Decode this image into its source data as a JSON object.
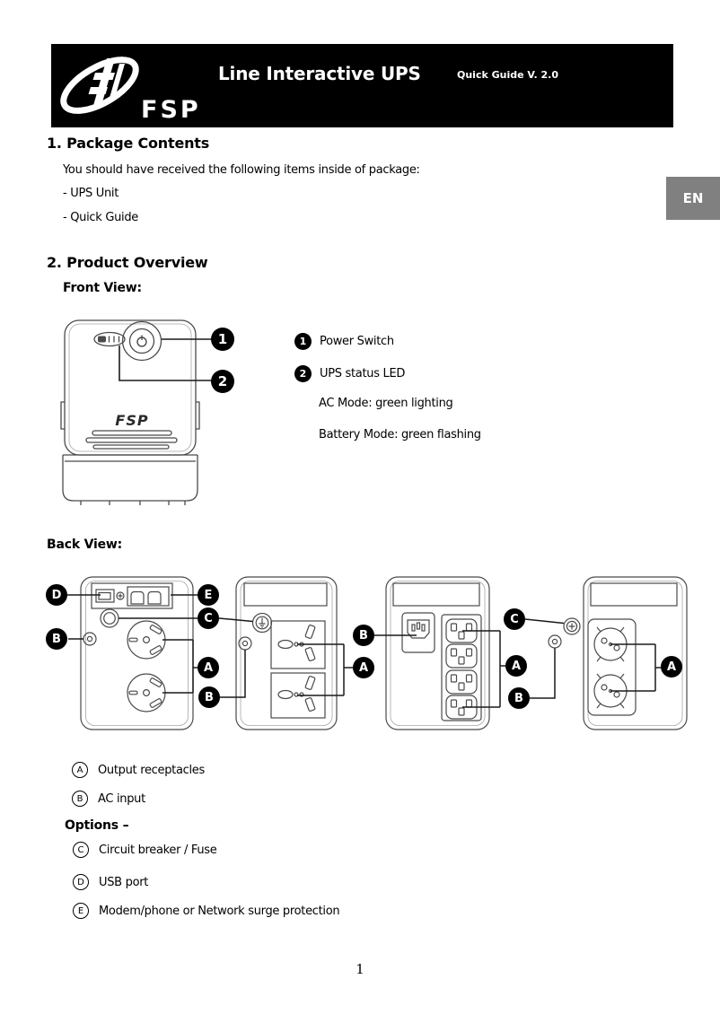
{
  "header": {
    "logo_text": "FSP",
    "title": "Line Interactive UPS",
    "version": "Quick Guide V. 2.0"
  },
  "language_tab": "EN",
  "package_contents": {
    "heading": "1. Package Contents",
    "intro": "You should have received the following items inside of package:",
    "items": [
      "- UPS Unit",
      "- Quick Guide"
    ]
  },
  "product_overview": {
    "heading": "2. Product Overview",
    "front_view": {
      "label": "Front View:",
      "device_logo": "FSP",
      "callouts": [
        {
          "num": "1",
          "label": "Power Switch"
        },
        {
          "num": "2",
          "label": "UPS status LED"
        }
      ],
      "notes": [
        "AC Mode: green lighting",
        "Battery Mode: green flashing"
      ]
    },
    "back_view": {
      "label": "Back View:",
      "badges": [
        "D",
        "E",
        "C",
        "B",
        "A",
        "B",
        "B",
        "A",
        "C",
        "A",
        "B",
        "A"
      ],
      "legend": [
        {
          "letter": "A",
          "label": "Output receptacles"
        },
        {
          "letter": "B",
          "label": "AC input"
        }
      ],
      "options_label": "Options –",
      "options_legend": [
        {
          "letter": "C",
          "label": "Circuit breaker / Fuse"
        },
        {
          "letter": "D",
          "label": "USB port"
        },
        {
          "letter": "E",
          "label": "Modem/phone or Network surge protection"
        }
      ]
    }
  },
  "page_number": "1",
  "colors": {
    "header_bg": "#000000",
    "language_tab_bg": "#808080",
    "callout_badge_bg": "#000000",
    "callout_badge_text": "#ffffff",
    "line_art": "#4a4a4a"
  }
}
